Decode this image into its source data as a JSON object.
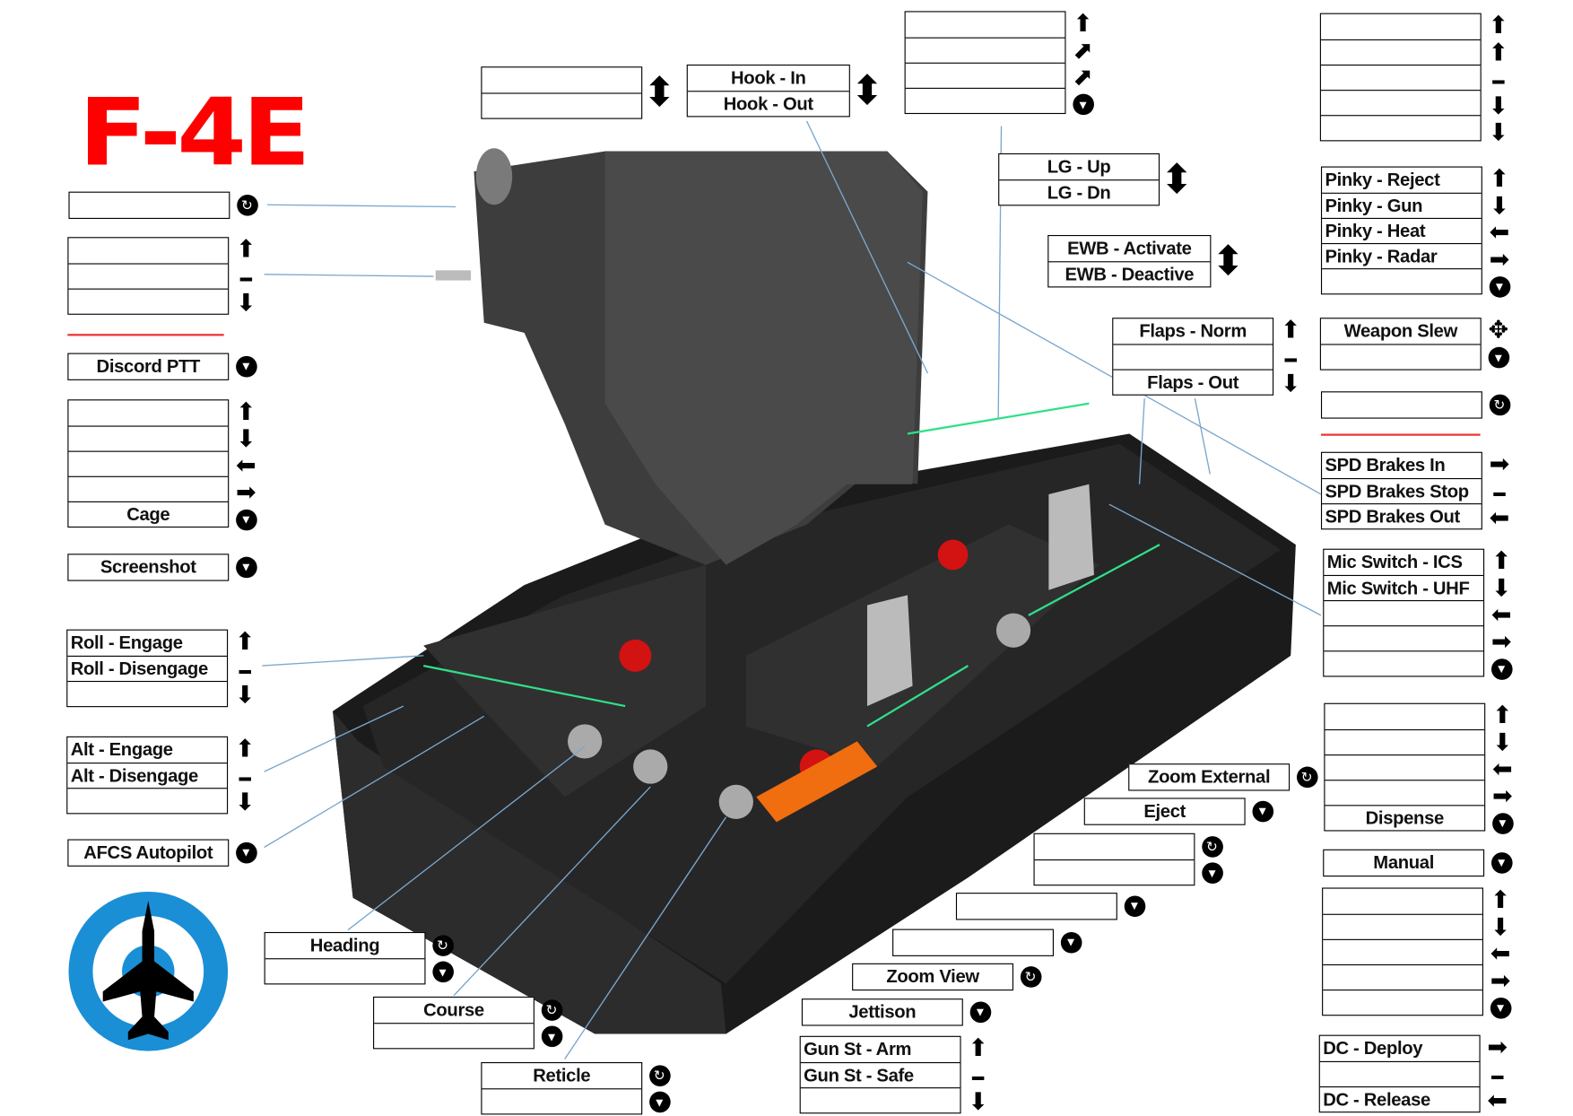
{
  "title": "F-4E",
  "colors": {
    "title": "#ff0000",
    "roundel": "#1a8fd6",
    "leader": "#7aa7cf"
  },
  "groups": [
    {
      "id": "g1",
      "rows": [
        "",
        ""
      ],
      "icons": [
        "arrow-updown"
      ]
    },
    {
      "id": "hook",
      "rows": [
        "Hook - In",
        "Hook - Out"
      ],
      "icons": [
        "arrow-updown"
      ],
      "align": "center"
    },
    {
      "id": "g3",
      "rows": [
        "",
        "",
        "",
        ""
      ],
      "icons": [
        "arrow-up",
        "arrow-up-right",
        "arrow-up-right",
        "circle-down"
      ]
    },
    {
      "id": "g4",
      "rows": [
        "",
        "",
        "",
        "",
        ""
      ],
      "icons": [
        "arrow-up",
        "arrow-up",
        "minus",
        "arrow-down",
        "arrow-down"
      ]
    },
    {
      "id": "g5",
      "rows": [
        ""
      ],
      "icons": [
        "cycle"
      ]
    },
    {
      "id": "g6",
      "rows": [
        "",
        "",
        ""
      ],
      "icons": [
        "arrow-up",
        "minus",
        "arrow-down"
      ]
    },
    {
      "id": "discord",
      "rows": [
        "Discord PTT"
      ],
      "icons": [
        "circle-down"
      ],
      "align": "center"
    },
    {
      "id": "cage",
      "rows": [
        "",
        "",
        "",
        "",
        "Cage"
      ],
      "icons": [
        "arrow-up",
        "arrow-down",
        "arrow-left",
        "arrow-right",
        "circle-down"
      ],
      "align": "center"
    },
    {
      "id": "screenshot",
      "rows": [
        "Screenshot"
      ],
      "icons": [
        "circle-down"
      ],
      "align": "center"
    },
    {
      "id": "roll",
      "rows": [
        "Roll - Engage",
        "Roll - Disengage",
        ""
      ],
      "icons": [
        "arrow-up",
        "minus",
        "arrow-down"
      ]
    },
    {
      "id": "alt",
      "rows": [
        "Alt - Engage",
        "Alt - Disengage",
        ""
      ],
      "icons": [
        "arrow-up",
        "minus",
        "arrow-down"
      ]
    },
    {
      "id": "afcs",
      "rows": [
        "AFCS Autopilot"
      ],
      "icons": [
        "circle-down"
      ],
      "align": "center"
    },
    {
      "id": "heading",
      "rows": [
        "Heading",
        ""
      ],
      "icons": [
        "cycle",
        "circle-down"
      ],
      "align": "center"
    },
    {
      "id": "course",
      "rows": [
        "Course",
        ""
      ],
      "icons": [
        "cycle",
        "circle-down"
      ],
      "align": "center"
    },
    {
      "id": "reticle",
      "rows": [
        "Reticle",
        ""
      ],
      "icons": [
        "cycle",
        "circle-down"
      ],
      "align": "center"
    },
    {
      "id": "gunst",
      "rows": [
        "Gun St - Arm",
        "Gun St - Safe",
        ""
      ],
      "icons": [
        "arrow-up",
        "minus",
        "arrow-down"
      ]
    },
    {
      "id": "jettison",
      "rows": [
        "Jettison"
      ],
      "icons": [
        "circle-down"
      ],
      "align": "center"
    },
    {
      "id": "zoomview",
      "rows": [
        "Zoom View"
      ],
      "icons": [
        "cycle"
      ],
      "align": "center"
    },
    {
      "id": "g19",
      "rows": [
        ""
      ],
      "icons": [
        "circle-down"
      ]
    },
    {
      "id": "g20",
      "rows": [
        ""
      ],
      "icons": [
        "circle-down"
      ]
    },
    {
      "id": "g21",
      "rows": [
        "",
        ""
      ],
      "icons": [
        "cycle",
        "circle-down"
      ]
    },
    {
      "id": "eject",
      "rows": [
        "Eject"
      ],
      "icons": [
        "circle-down"
      ],
      "align": "center"
    },
    {
      "id": "zoomext",
      "rows": [
        "Zoom External"
      ],
      "icons": [
        "cycle"
      ],
      "align": "center"
    },
    {
      "id": "lg",
      "rows": [
        "LG - Up",
        "LG - Dn"
      ],
      "icons": [
        "arrow-updown"
      ],
      "align": "center"
    },
    {
      "id": "ewb",
      "rows": [
        "EWB - Activate",
        "EWB - Deactive"
      ],
      "icons": [
        "arrow-updown"
      ],
      "align": "center"
    },
    {
      "id": "flaps",
      "rows": [
        "Flaps - Norm",
        "",
        "Flaps - Out"
      ],
      "icons": [
        "arrow-up",
        "minus",
        "arrow-down"
      ],
      "align": "center"
    },
    {
      "id": "pinky",
      "rows": [
        "Pinky - Reject",
        "Pinky - Gun",
        "Pinky - Heat",
        "Pinky - Radar",
        ""
      ],
      "icons": [
        "arrow-up",
        "arrow-down",
        "arrow-left",
        "arrow-right",
        "circle-down"
      ]
    },
    {
      "id": "slew",
      "rows": [
        "Weapon Slew",
        ""
      ],
      "icons": [
        "move",
        "circle-down"
      ],
      "align": "center"
    },
    {
      "id": "g29",
      "rows": [
        ""
      ],
      "icons": [
        "cycle"
      ]
    },
    {
      "id": "spd",
      "rows": [
        "SPD Brakes In",
        "SPD Brakes Stop",
        "SPD Brakes Out"
      ],
      "icons": [
        "arrow-right",
        "minus",
        "arrow-left"
      ]
    },
    {
      "id": "mic",
      "rows": [
        "Mic Switch - ICS",
        "Mic Switch - UHF",
        "",
        "",
        ""
      ],
      "icons": [
        "arrow-up",
        "arrow-down",
        "arrow-left",
        "arrow-right",
        "circle-down"
      ]
    },
    {
      "id": "dispense",
      "rows": [
        "",
        "",
        "",
        "",
        "Dispense"
      ],
      "icons": [
        "arrow-up",
        "arrow-down",
        "arrow-left",
        "arrow-right",
        "circle-down"
      ],
      "align": "center"
    },
    {
      "id": "manual",
      "rows": [
        "Manual"
      ],
      "icons": [
        "circle-down"
      ],
      "align": "center"
    },
    {
      "id": "g34",
      "rows": [
        "",
        "",
        "",
        "",
        ""
      ],
      "icons": [
        "arrow-up",
        "arrow-down",
        "arrow-left",
        "arrow-right",
        "circle-down"
      ]
    },
    {
      "id": "dc",
      "rows": [
        "DC - Deploy",
        "",
        "DC - Release"
      ],
      "icons": [
        "arrow-right",
        "minus",
        "arrow-left"
      ]
    }
  ]
}
